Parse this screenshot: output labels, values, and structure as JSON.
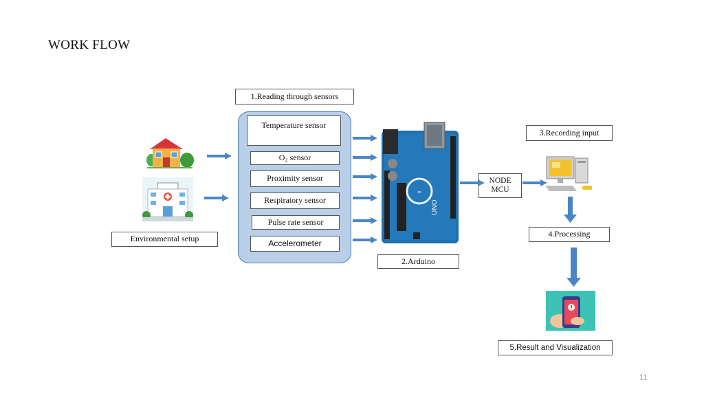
{
  "slide": {
    "title": "WORK FLOW",
    "page_number": "11"
  },
  "steps": {
    "reading": "1.Reading through sensors",
    "arduino": "2.Arduino",
    "recording": "3.Recording input",
    "processing": "4.Processing",
    "result": "5.Result and Visualization"
  },
  "env_setup_label": "Environmental setup",
  "node_mcu": {
    "line1": "NODE",
    "line2": "MCU"
  },
  "sensors": [
    "Temperature sensor",
    "O₂ sensor",
    "Proximity sensor",
    "Respiratory sensor",
    "Pulse rate sensor",
    "Accelerometer"
  ],
  "colors": {
    "arrow": "#4a86c5",
    "panel": "#b9cfe8",
    "arduino_board": "#1f6fae"
  },
  "icons": [
    "house-icon",
    "hospital-icon",
    "arduino-board-icon",
    "computer-icon",
    "phone-alert-icon"
  ]
}
